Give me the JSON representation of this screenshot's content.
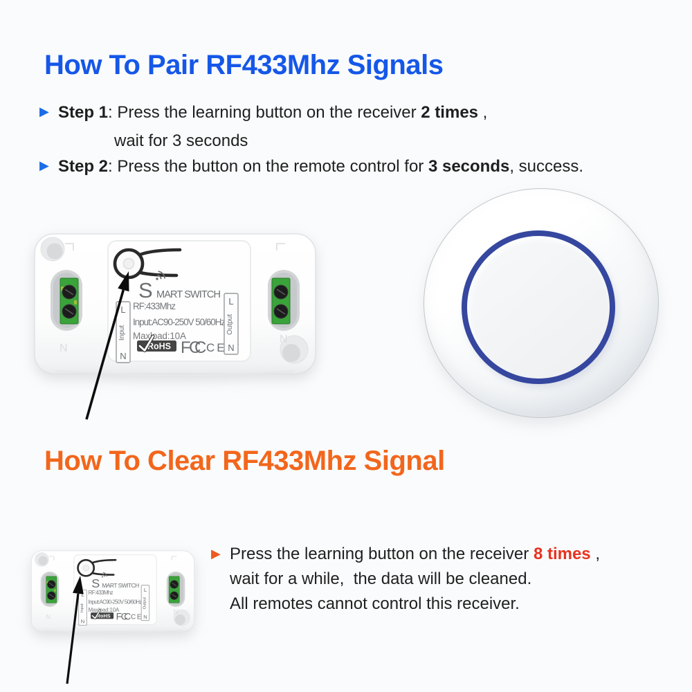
{
  "pair": {
    "title": "How To Pair RF433Mhz Signals",
    "step1_label": "Step 1",
    "step1_text": ": Press the learning button on the receiver ",
    "step1_bold": "2 times",
    "step1_tail": " ,",
    "step1_cont": "wait for 3 seconds",
    "step2_label": "Step 2",
    "step2_text": ": Press the button on the remote control for ",
    "step2_bold": "3 seconds",
    "step2_tail": ", success."
  },
  "clear": {
    "title": "How To Clear RF433Mhz Signal",
    "line1_text": "Press the learning button on the receiver ",
    "line1_highlight": "8 times",
    "line1_tail": " ,",
    "line2": "wait for a while,  the data will be cleaned.",
    "line3": "All remotes cannot control this receiver."
  },
  "receiver": {
    "brand_s": "S",
    "brand_rest": "MART SWITCH",
    "rf": "RF:433Mhz",
    "input_spec": "Input:AC90-250V  50/60Hz",
    "maxload": "Maxload:10A",
    "rohs": "RoHS",
    "fcc_f": "F",
    "fcc_c": "C",
    "ce": "CE",
    "left_l": "L",
    "left_mid": "Input",
    "left_n": "N",
    "right_l": "L",
    "right_mid": "Output",
    "right_n": "N",
    "body_n": "N"
  },
  "icons": {
    "bullet": "▶"
  },
  "colors": {
    "blue_title": "#1557e8",
    "orange_title": "#f2661c",
    "red_highlight": "#e8321f",
    "bullet_blue": "#1b6ce8",
    "bullet_orange": "#ed5a20",
    "ring_blue": "#35479f",
    "terminal_green": "#3aa33a"
  }
}
